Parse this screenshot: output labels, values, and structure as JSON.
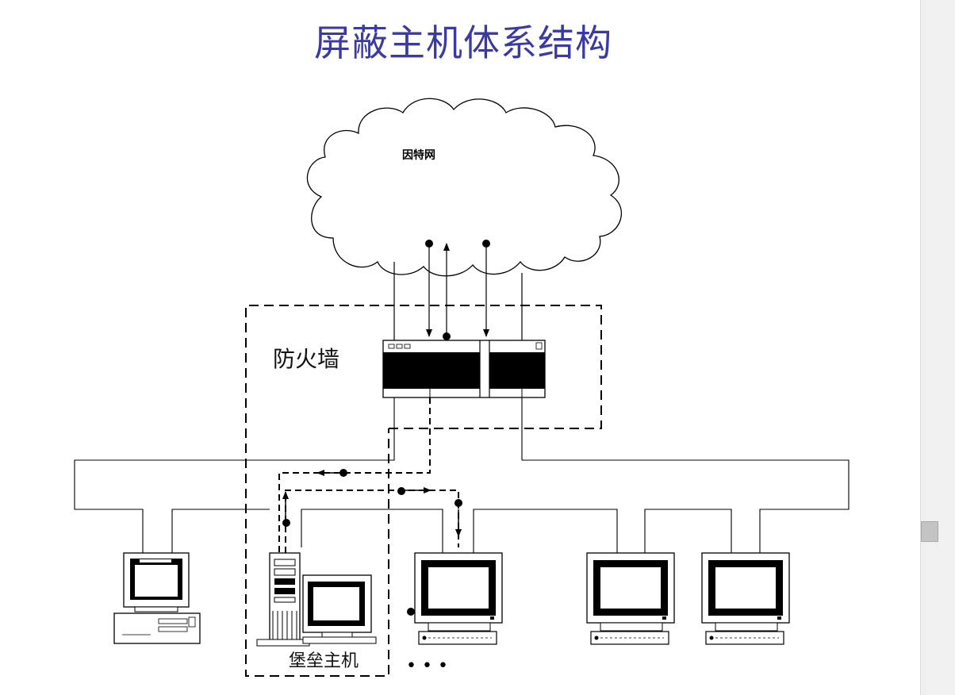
{
  "title": "屏蔽主机体系结构",
  "labels": {
    "internet": "因特网",
    "firewall": "防火墙",
    "bastion_host": "堡垒主机",
    "ellipsis": "• • •"
  },
  "colors": {
    "title": "#3a3aa0",
    "line": "#000000",
    "scrollbar_track": "#f0f0f0",
    "scrollbar_thumb": "#c4c4c4"
  },
  "icons": [
    "cloud",
    "router",
    "desktop-pc",
    "tower-server",
    "crt-monitor",
    "keyboard"
  ]
}
